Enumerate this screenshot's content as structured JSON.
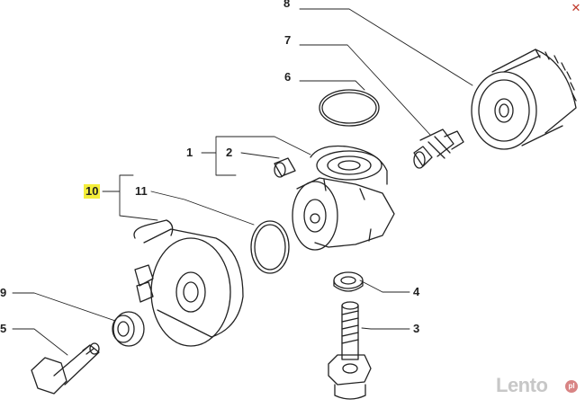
{
  "callouts": {
    "c1": "1",
    "c2": "2",
    "c3": "3",
    "c4": "4",
    "c5": "5",
    "c6": "6",
    "c7": "7",
    "c8": "8",
    "c9": "9",
    "c10": "10",
    "c11": "11"
  },
  "highlight_color": "#f4ee3a",
  "close_icon": "close-icon",
  "watermark": {
    "text": "Lento",
    "badge": "pl"
  }
}
